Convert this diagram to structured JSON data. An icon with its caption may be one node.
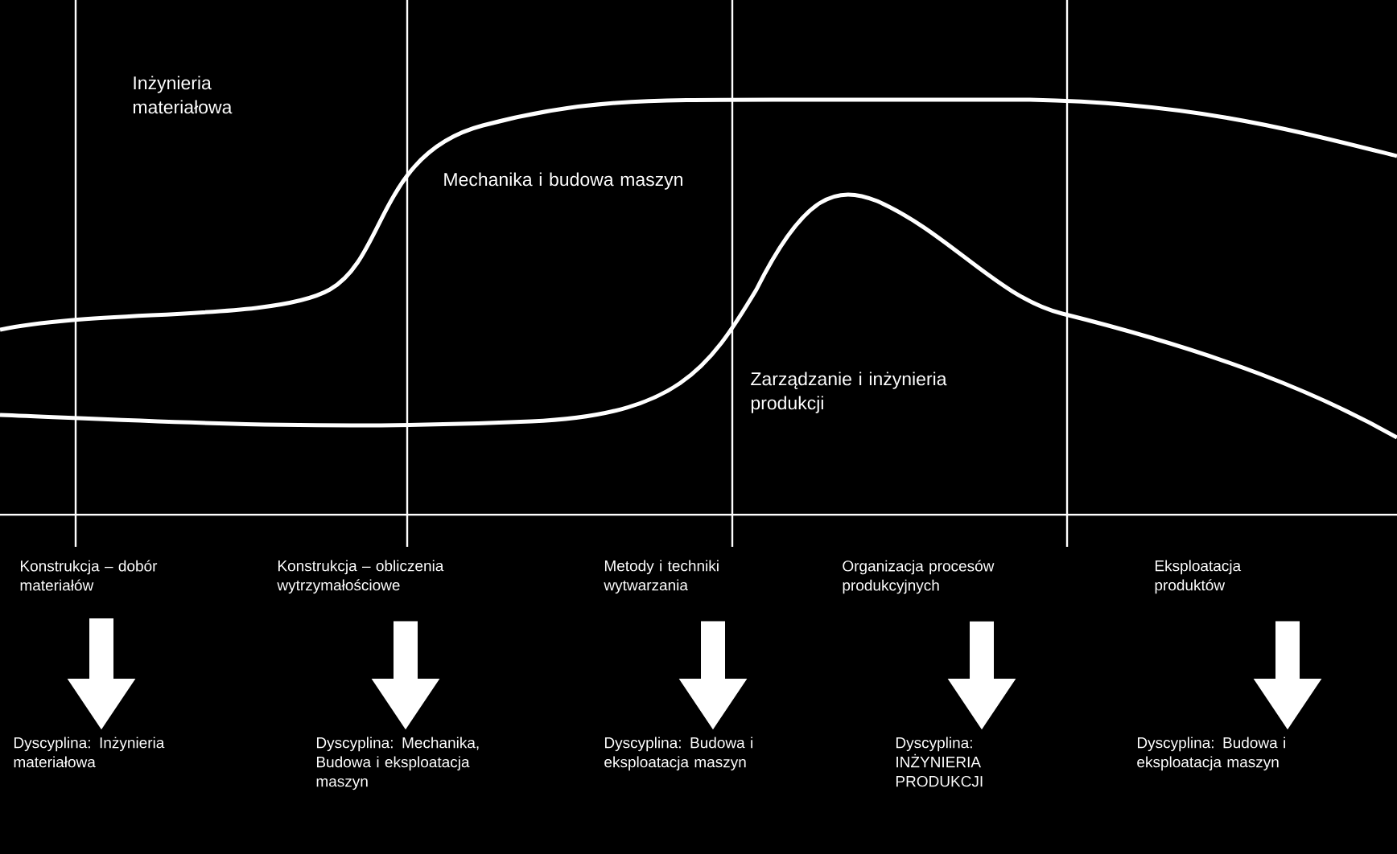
{
  "diagram": {
    "nodes": [
      {
        "text": [
          "Konstrukcja – dobór materiałów"
        ]
      },
      {
        "text": [
          "Konstrukcja – obliczenia wytrzymałościowe"
        ]
      },
      {
        "text": [
          "Metody i techniki wytwarzania"
        ]
      },
      {
        "text": [
          "Organizacja procesów produkcyjnych"
        ]
      },
      {
        "text": [
          "Eksploatacja produktów"
        ]
      },
      {
        "text": [
          "Dyscyplina: Inżynieria materiałowa"
        ]
      },
      {
        "text": [
          "Dyscyplina: Mechanika, Budowa i eksploatacja maszyn"
        ]
      },
      {
        "text": [
          "Dyscyplina: Budowa i eksploatacja maszyn"
        ]
      },
      {
        "text": [
          "Dyscyplina: INŻYNIERIA PRODUKCJI"
        ]
      },
      {
        "text": [
          "Dyscyplina: Budowa i eksploatacja maszyn"
        ]
      }
    ],
    "edges": [
      {
        "from": 0,
        "to": 5,
        "arrow": "to"
      },
      {
        "from": 1,
        "to": 6,
        "arrow": "to"
      },
      {
        "from": 2,
        "to": 7,
        "arrow": "to"
      },
      {
        "from": 3,
        "to": 8,
        "arrow": "to"
      },
      {
        "from": 4,
        "to": 9,
        "arrow": "to"
      }
    ],
    "labels": [
      "Inżynieria materiałowa",
      "Mechanika i budowa maszyn",
      "Zarządzanie i inżynieria produkcji"
    ]
  }
}
